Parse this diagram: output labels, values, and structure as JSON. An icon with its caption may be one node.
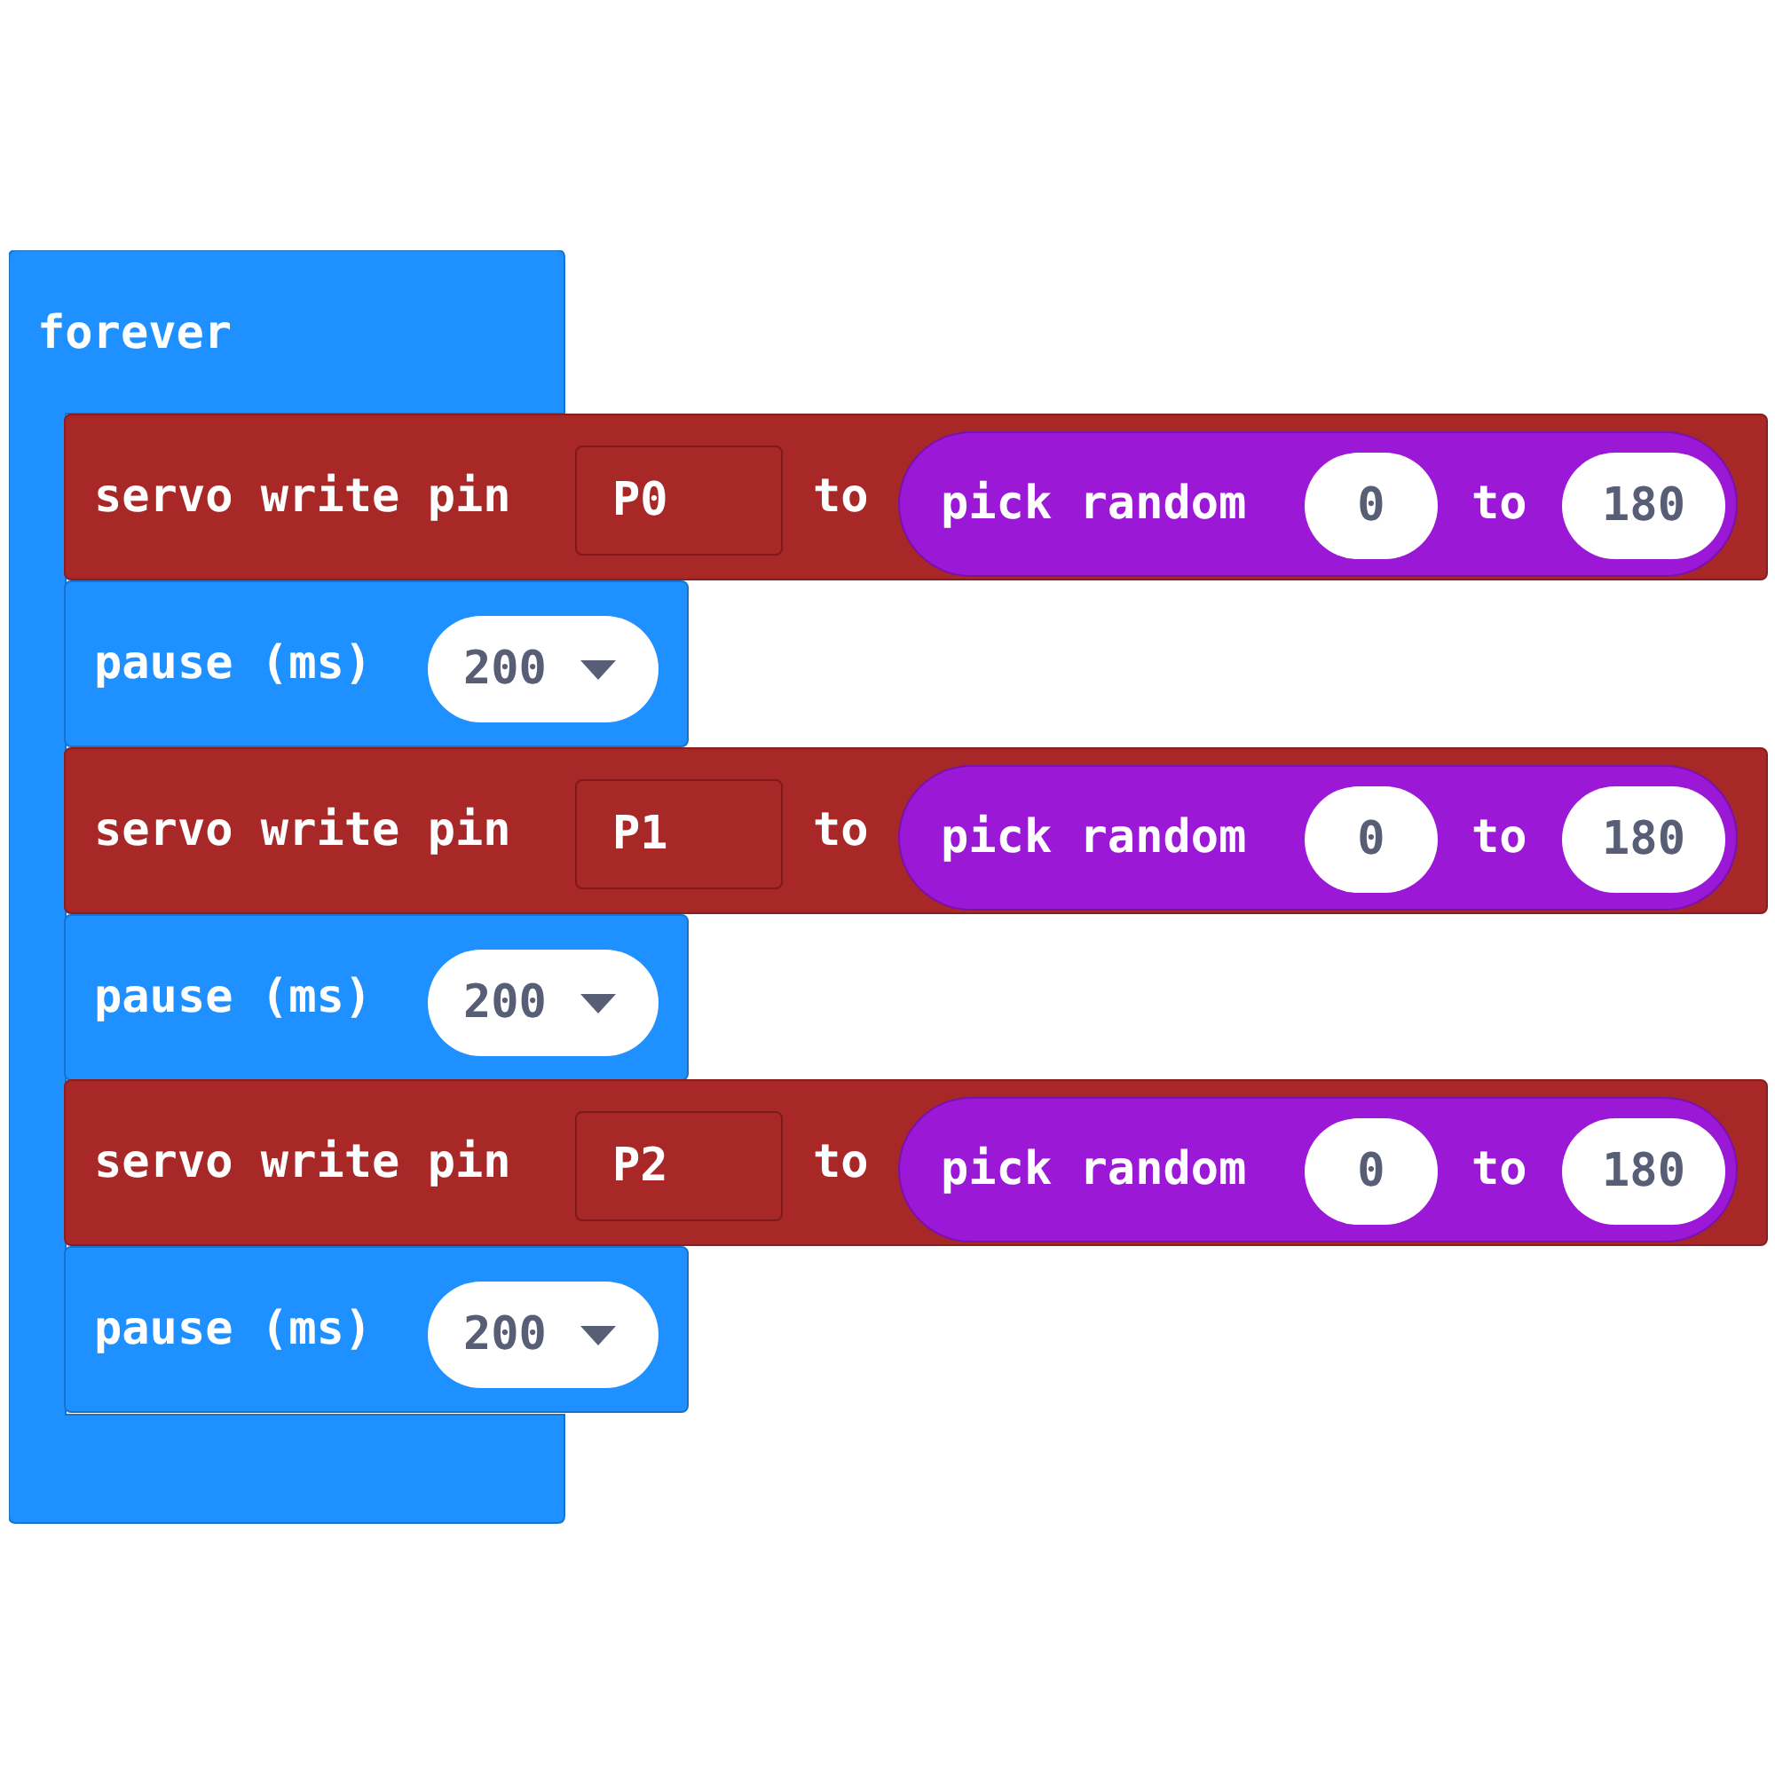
{
  "diagram": {
    "nodes": [
      {
        "text": [
          "forever"
        ]
      },
      {
        "text": [
          "servo write pin",
          "to"
        ]
      },
      {
        "text": [
          "P0"
        ],
        "in": 1
      },
      {
        "text": [
          "pick random",
          "to"
        ],
        "in": 1
      },
      {
        "text": [
          "0"
        ],
        "in": 3
      },
      {
        "text": [
          "180"
        ],
        "in": 3
      },
      {
        "text": [
          "pause (ms)"
        ]
      },
      {
        "text": [
          "200"
        ],
        "in": 6
      },
      {
        "text": [
          "servo write pin",
          "to"
        ]
      },
      {
        "text": [
          "P1"
        ],
        "in": 8
      },
      {
        "text": [
          "pick random",
          "to"
        ],
        "in": 8
      },
      {
        "text": [
          "0"
        ],
        "in": 10
      },
      {
        "text": [
          "180"
        ],
        "in": 10
      },
      {
        "text": [
          "pause (ms)"
        ]
      },
      {
        "text": [
          "200"
        ],
        "in": 13
      },
      {
        "text": [
          "servo write pin",
          "to"
        ]
      },
      {
        "text": [
          "P2"
        ],
        "in": 15
      },
      {
        "text": [
          "pick random",
          "to"
        ],
        "in": 15
      },
      {
        "text": [
          "0"
        ],
        "in": 17
      },
      {
        "text": [
          "180"
        ],
        "in": 17
      },
      {
        "text": [
          "pause (ms)"
        ]
      },
      {
        "text": [
          "200"
        ],
        "in": 20
      }
    ]
  }
}
